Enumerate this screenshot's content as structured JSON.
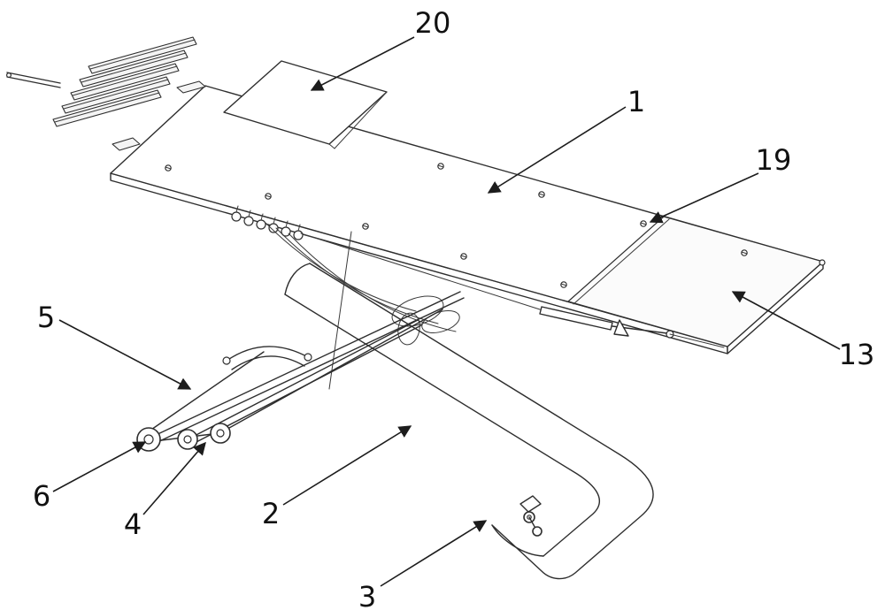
{
  "figure": {
    "labels": [
      {
        "id": "20",
        "text": "20"
      },
      {
        "id": "1",
        "text": "1"
      },
      {
        "id": "19",
        "text": "19"
      },
      {
        "id": "13",
        "text": "13"
      },
      {
        "id": "5",
        "text": "5"
      },
      {
        "id": "6",
        "text": "6"
      },
      {
        "id": "4",
        "text": "4"
      },
      {
        "id": "2",
        "text": "2"
      },
      {
        "id": "3",
        "text": "3"
      }
    ]
  }
}
